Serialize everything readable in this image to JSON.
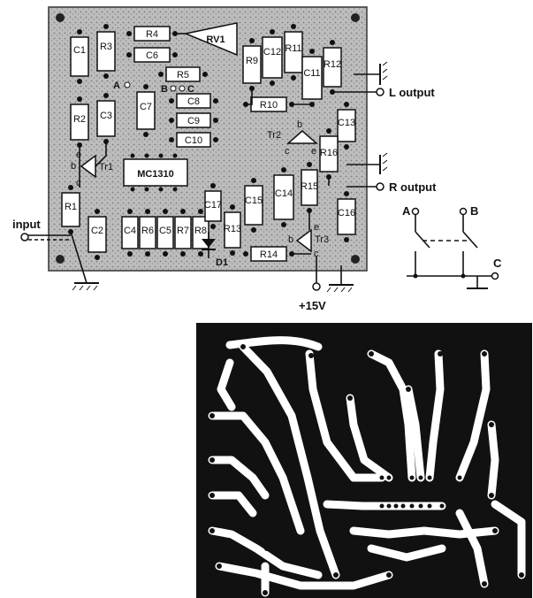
{
  "layout_board": {
    "ic_label": "MC1310",
    "potentiometer": "RV1",
    "diode": "D1",
    "resistors": [
      "R1",
      "R2",
      "R3",
      "R4",
      "R5",
      "R6",
      "R7",
      "R8",
      "R9",
      "R10",
      "R11",
      "R12",
      "R13",
      "R14",
      "R15",
      "R16"
    ],
    "capacitors": [
      "C1",
      "C2",
      "C3",
      "C4",
      "C5",
      "C6",
      "C7",
      "C8",
      "C9",
      "C10",
      "C11",
      "C12",
      "C13",
      "C14",
      "C15",
      "C16",
      "C17"
    ],
    "transistors": [
      "Tr1",
      "Tr2",
      "Tr3"
    ],
    "pins": {
      "b": "b",
      "c": "c",
      "e": "e"
    },
    "points": {
      "A": "A",
      "B": "B",
      "C": "C"
    }
  },
  "labels": {
    "input": "input",
    "l_output": "L output",
    "r_output": "R output",
    "supply": "+15V"
  },
  "switch_diagram": {
    "a": "A",
    "b": "B",
    "c": "C"
  }
}
